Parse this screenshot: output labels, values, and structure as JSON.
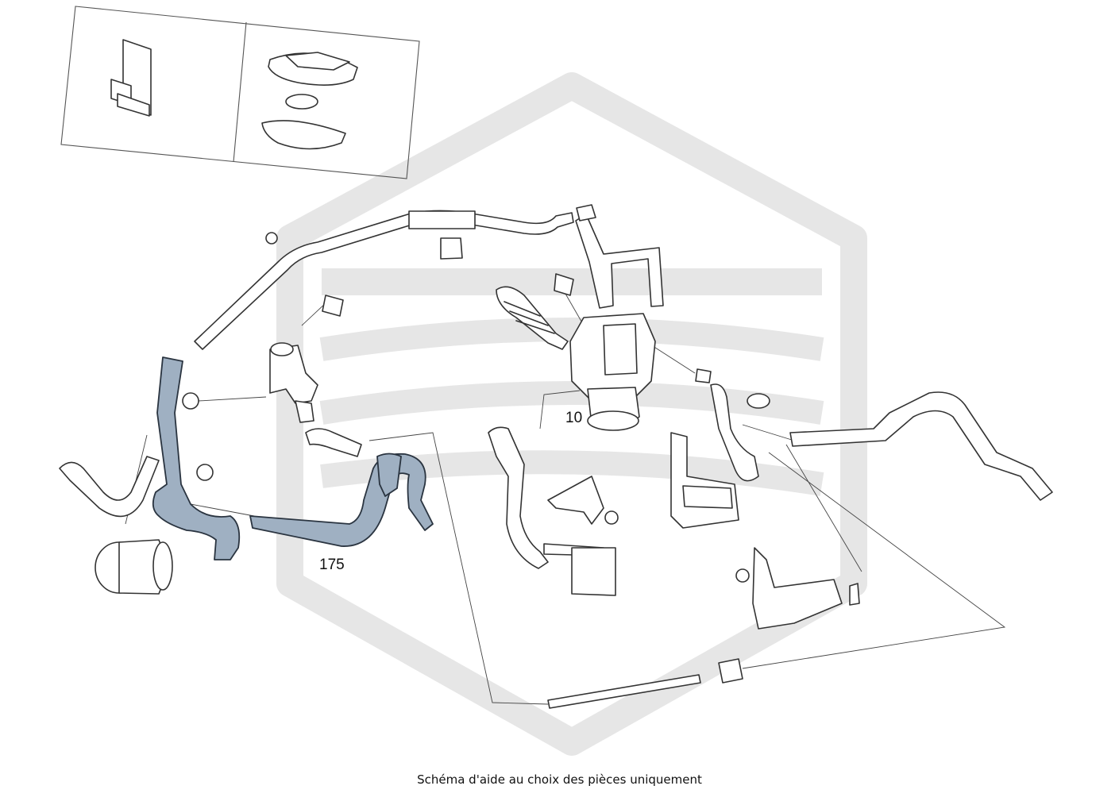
{
  "callouts": [
    {
      "id": "10",
      "label": "10"
    },
    {
      "id": "175",
      "label": "175"
    }
  ],
  "caption": "Schéma d'aide au choix des pièces uniquement",
  "colors": {
    "highlight": "#9fb0c2",
    "line": "#333333",
    "watermark": "#e6e6e6",
    "background": "#ffffff"
  }
}
